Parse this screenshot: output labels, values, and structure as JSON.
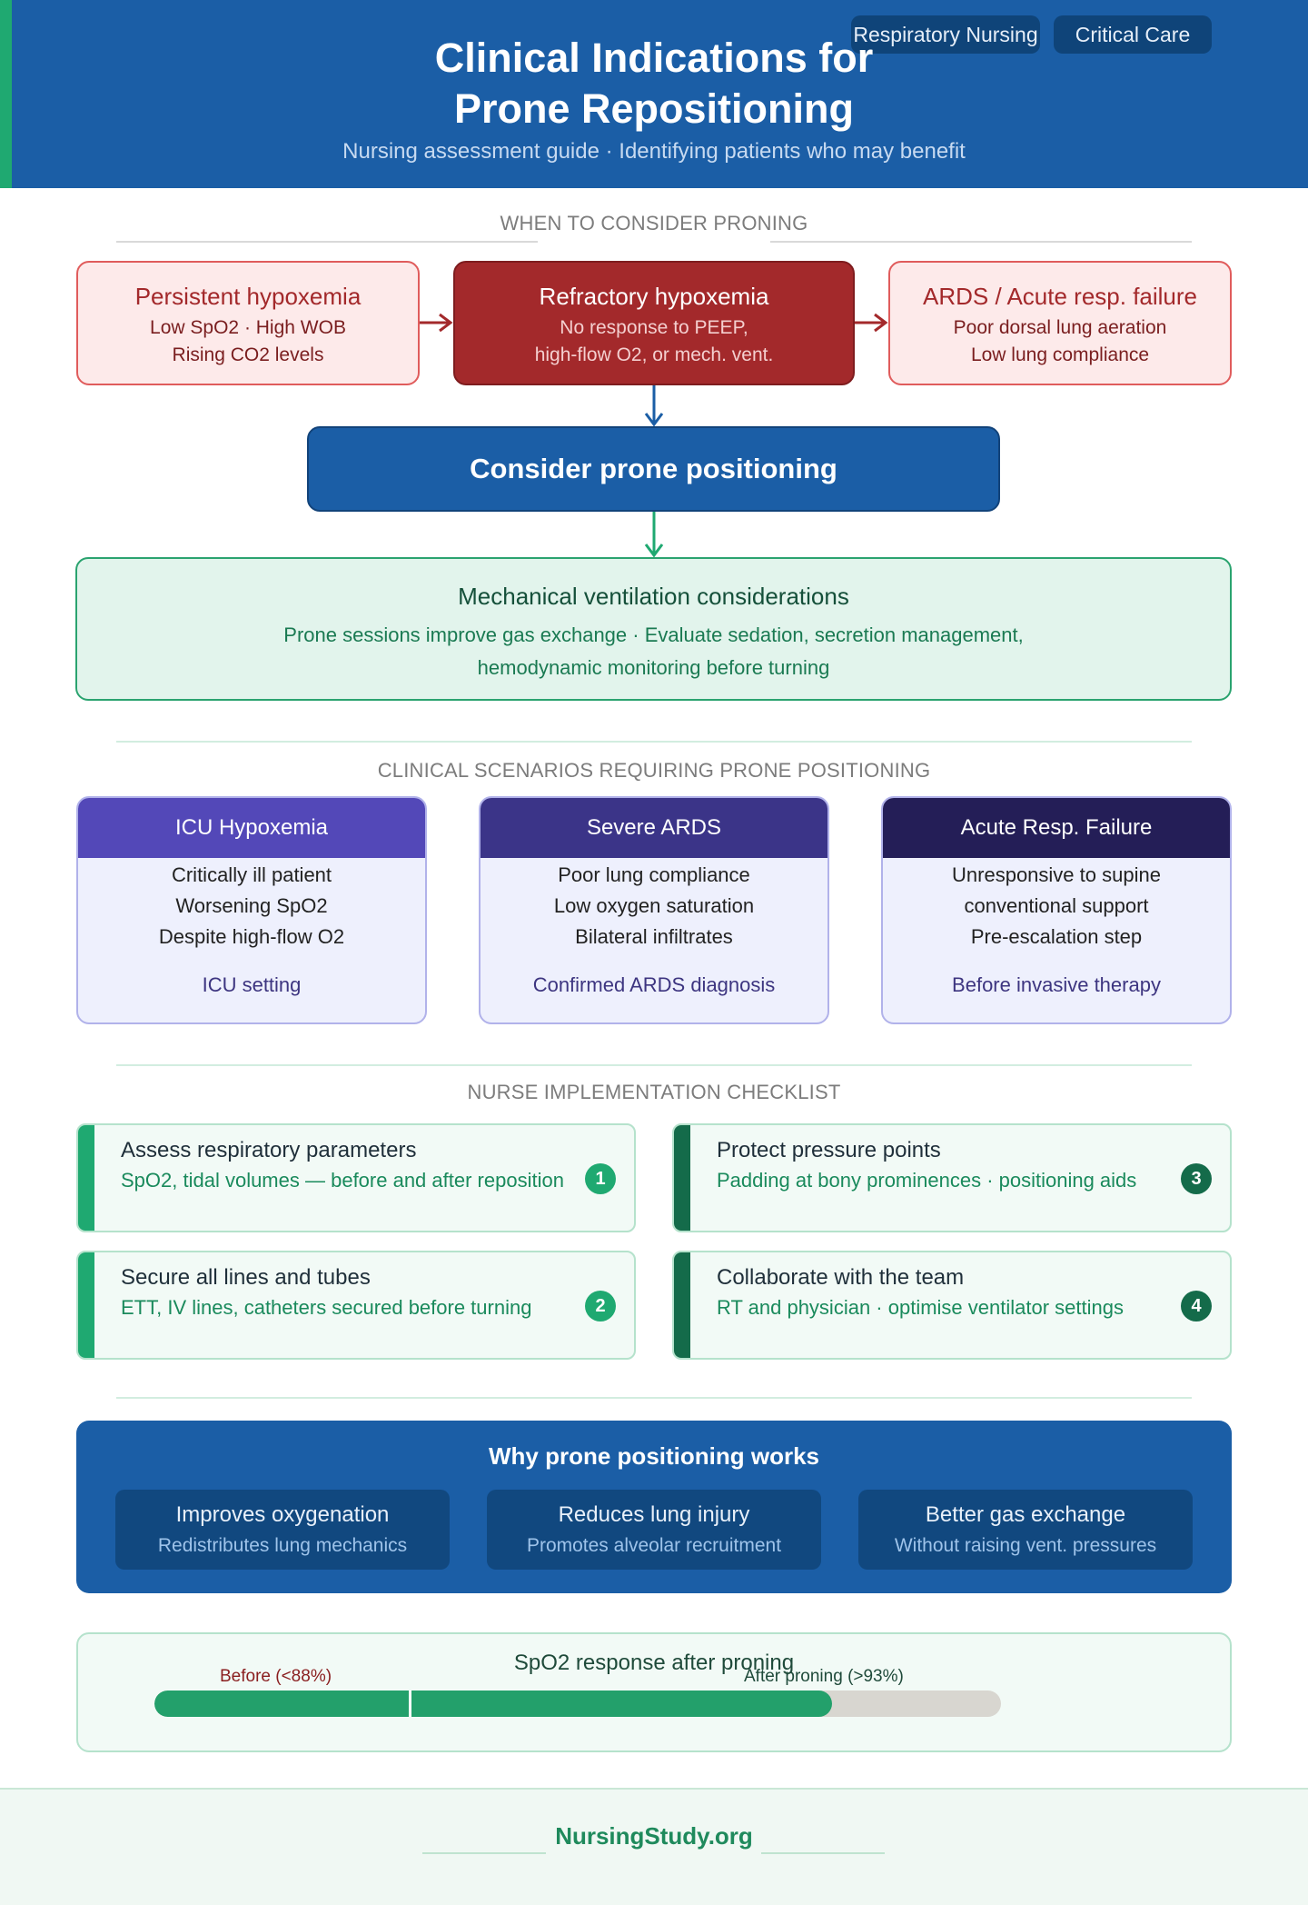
{
  "header": {
    "title_line1": "Clinical Indications for",
    "title_line2": "Prone Repositioning",
    "subtitle": "Nursing assessment guide · Identifying patients who may benefit",
    "tags": [
      "Respiratory Nursing",
      "Critical Care"
    ]
  },
  "section1": {
    "heading": "WHEN TO CONSIDER PRONING",
    "boxes": [
      {
        "title": "Persistent hypoxemia",
        "line1": "Low SpO2 · High WOB",
        "line2": "Rising CO2 levels"
      },
      {
        "title": "Refractory hypoxemia",
        "line1": "No response to PEEP,",
        "line2": "high-flow O2, or mech. vent."
      },
      {
        "title": "ARDS / Acute resp. failure",
        "line1": "Poor dorsal lung aeration",
        "line2": "Low lung compliance"
      }
    ],
    "decision": "Consider prone positioning",
    "mech": {
      "title": "Mechanical ventilation considerations",
      "line1": "Prone sessions improve gas exchange · Evaluate sedation, secretion management,",
      "line2": "hemodynamic monitoring before turning"
    }
  },
  "section2": {
    "heading": "CLINICAL SCENARIOS REQUIRING PRONE POSITIONING",
    "cards": [
      {
        "title": "ICU Hypoxemia",
        "lines": [
          "Critically ill patient",
          "Worsening SpO2",
          "Despite high-flow O2"
        ],
        "footer": "ICU setting",
        "color": "#5348b8"
      },
      {
        "title": "Severe ARDS",
        "lines": [
          "Poor lung compliance",
          "Low oxygen saturation",
          "Bilateral infiltrates"
        ],
        "footer": "Confirmed ARDS diagnosis",
        "color": "#3b3488"
      },
      {
        "title": "Acute Resp. Failure",
        "lines": [
          "Unresponsive to supine",
          "conventional support",
          "Pre-escalation step"
        ],
        "footer": "Before invasive therapy",
        "color": "#241e57"
      }
    ]
  },
  "section3": {
    "heading": "NURSE IMPLEMENTATION CHECKLIST",
    "items": [
      {
        "title": "Assess respiratory parameters",
        "sub": "SpO2, tidal volumes — before and after reposition",
        "num": "1"
      },
      {
        "title": "Secure all lines and tubes",
        "sub": "ETT, IV lines, catheters secured before turning",
        "num": "2"
      },
      {
        "title": "Protect pressure points",
        "sub": "Padding at bony prominences · positioning aids",
        "num": "3"
      },
      {
        "title": "Collaborate with the team",
        "sub": "RT and physician · optimise ventilator settings",
        "num": "4"
      }
    ]
  },
  "why": {
    "title": "Why prone positioning works",
    "cards": [
      {
        "title": "Improves oxygenation",
        "sub": "Redistributes lung mechanics"
      },
      {
        "title": "Reduces lung injury",
        "sub": "Promotes alveolar recruitment"
      },
      {
        "title": "Better gas exchange",
        "sub": "Without raising vent. pressures"
      }
    ]
  },
  "spo2": {
    "title": "SpO2 response after proning",
    "before_label": "Before (<88%)",
    "after_label": "After proning (>93%)",
    "before_fraction": 0.3,
    "after_fraction": 0.8
  },
  "footer": {
    "brand": "NursingStudy.org"
  }
}
